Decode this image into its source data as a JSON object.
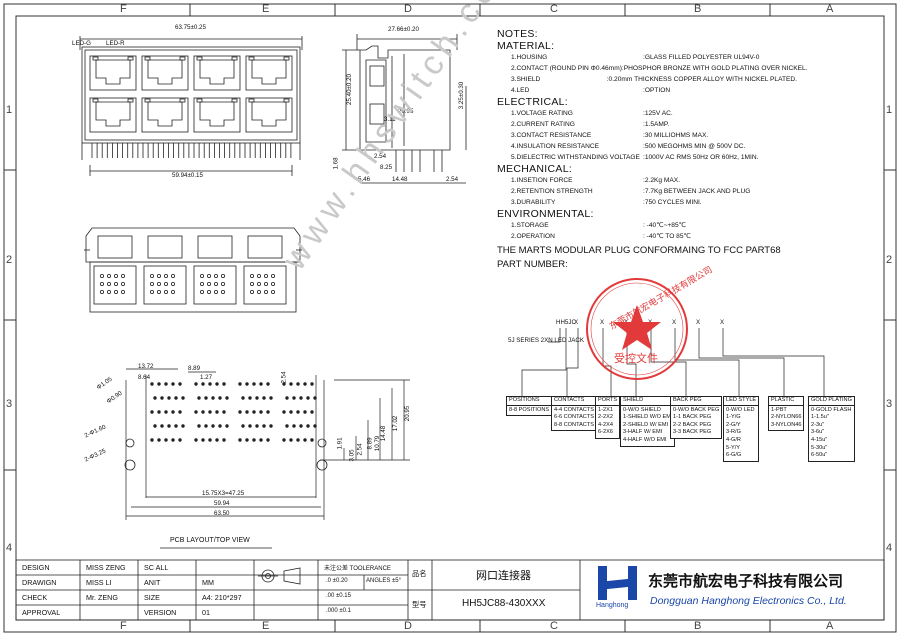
{
  "zones_top": [
    "F",
    "E",
    "D",
    "C",
    "B",
    "A"
  ],
  "zones_side": [
    "1",
    "2",
    "3",
    "4"
  ],
  "notes": {
    "title": "NOTES:",
    "material_title": "MATERIAL:",
    "material": [
      {
        "k": "1.HOUSING",
        "v": ":GLASS FILLED POLYESTER UL94V-0"
      },
      {
        "k": "2.CONTACT     (ROUND PIN Φ0.46mm)",
        "v": ":PHOSPHOR BRONZE WITH GOLD PLATING OVER NICKEL."
      },
      {
        "k": "3.SHIELD",
        "v": ":0.20mm THICKNESS COPPER ALLOY WITH NICKEL PLATED."
      },
      {
        "k": "4.LED",
        "v": ":OPTION"
      }
    ],
    "electrical_title": "ELECTRICAL:",
    "electrical": [
      {
        "k": "1.VOLTAGE RATING",
        "v": ":125V AC."
      },
      {
        "k": "2.CURRENT RATING",
        "v": ":1.5AMP."
      },
      {
        "k": "3.CONTACT RESISTANCE",
        "v": ":30 MILLIOHMS MAX."
      },
      {
        "k": "4.INSULATION RESISTANCE",
        "v": ":500 MEGOHMS MIN @ 500V DC."
      },
      {
        "k": "5.DIELECTRIC WITHSTANDING VOLTAGE",
        "v": ":1000V AC RMS 50Hz OR 60Hz, 1MIN."
      }
    ],
    "mechanical_title": "MECHANICAL:",
    "mechanical": [
      {
        "k": "1.INSETION FORCE",
        "v": ":2.2Kg MAX."
      },
      {
        "k": "2.RETENTION STRENGTH",
        "v": ":7.7Kg BETWEEN JACK AND PLUG"
      },
      {
        "k": "3.DURABILITY",
        "v": ":750 CYCLES MINI."
      }
    ],
    "environmental_title": "ENVIRONMENTAL:",
    "environmental": [
      {
        "k": "1.STORAGE",
        "v": ": -40℃~+85℃"
      },
      {
        "k": "2.OPERATION",
        "v": ": -40℃ TO 85℃"
      }
    ],
    "fcc_line": "THE MARTS MODULAR PLUG CONFORMAING TO FCC PART68",
    "part_number_title": "PART NUMBER:"
  },
  "part_number": {
    "prefix": "HH5JC",
    "xs": [
      "X",
      "X",
      "X",
      "X",
      "X",
      "X",
      "X"
    ],
    "series_label": "5J SERIES 2XN LED JACK",
    "options": [
      {
        "title": "POSITIONS",
        "items": [
          "8-8 POSITIONS"
        ]
      },
      {
        "title": "CONTACTS",
        "items": [
          "4-4 CONTACTS",
          "6-6 CONTACTS",
          "8-8 CONTACTS"
        ]
      },
      {
        "title": "PORTS",
        "items": [
          "1-2X1",
          "2-2X2",
          "4-2X4",
          "6-2X6"
        ]
      },
      {
        "title": "SHIELD",
        "items": [
          "0-W/O SHIELD",
          "1-SHIELD W/O EMI",
          "2-SHIELD W/ EMI",
          "3-HALF W/ EMI",
          "4-HALF W/O EMI"
        ]
      },
      {
        "title": "BACK PEG",
        "items": [
          "0-W/O BACK PEG",
          "1-1 BACK PEG",
          "2-2 BACK PEG",
          "3-3 BACK PEG"
        ]
      },
      {
        "title": "LED STYLE",
        "items": [
          "0-W/O LED",
          "1-Y/G",
          "2-G/Y",
          "3-R/G",
          "4-G/R",
          "5-Y/Y",
          "6-G/G"
        ]
      },
      {
        "title": "PLASTIC",
        "items": [
          "1-PBT",
          "2-NYLON66",
          "3-NYLON46"
        ]
      },
      {
        "title": "GOLD PLATING",
        "items": [
          "0-GOLD FLASH",
          "1-1.5u\"",
          "2-3u\"",
          "3-6u\"",
          "4-15u\"",
          "5-30u\"",
          "6-50u\""
        ]
      }
    ]
  },
  "dims": {
    "top_width": "63.75±0.25",
    "led_g": "LED-G",
    "led_r": "LED-R",
    "pin_span": "59.94±0.15",
    "side_depth": "27.66±0.20",
    "side_height": "25.40±0.20",
    "side_325": "3.25±0.30",
    "side_2095": "20.95",
    "side_311": "3.11",
    "side_168": "1.68",
    "side_254a": "2.54",
    "side_825": "8.25",
    "side_546": "5.46",
    "side_148": "14.48",
    "side_254b": "2.54",
    "pcb_1372": "13.72",
    "pcb_889": "8.89",
    "pcb_864": "8.64",
    "pcb_127": "1.27",
    "pcb_254": "2.54",
    "pcb_d105": "Φ1.05",
    "pcb_d090": "Φ0.90",
    "pcb_d160": "2-Φ1.60",
    "pcb_d325": "2-Φ3.25",
    "pcb_1575": "15.75X3=47.25",
    "pcb_5994": "59.94",
    "pcb_6350": "63.50",
    "pcb_v1": "2.54",
    "pcb_v2": "8.89",
    "pcb_v3": "10.79",
    "pcb_v4": "14.48",
    "pcb_v5": "17.02",
    "pcb_v6": "20.95",
    "pcb_v7": "1.91",
    "pcb_v8": "3.05",
    "pcb_layout_label": "PCB LAYOUT/TOP VIEW"
  },
  "watermark": "www.hhswitch.com",
  "stamp": {
    "ring": "东莞市航宏电子科技有限公司",
    "center": "受控文件"
  },
  "title_block": {
    "rows": [
      {
        "label": "DESIGN",
        "name": "MISS ZENG",
        "k": "SC ALL",
        "v": ""
      },
      {
        "label": "DRAWIGN",
        "name": "MISS LI",
        "k": "ANIT",
        "v": "MM"
      },
      {
        "label": "CHECK",
        "name": "Mr. ZENG",
        "k": "SIZE",
        "v": "A4: 210*297"
      },
      {
        "label": "APPROVAL",
        "name": "",
        "k": "VERSION",
        "v": "01"
      }
    ],
    "tol_title": "未注公差 TOOLERANCE",
    "tol_rows": [
      ".0  ±0.20",
      ".00  ±0.15",
      ".000  ±0.1"
    ],
    "angles": "ANGLES  ±5°",
    "pinming_label": "品名",
    "pinming": "网口连接器",
    "xinghao_label": "型号",
    "xinghao": "HH5JC88-430XXX",
    "company_cn": "东莞市航宏电子科技有限公司",
    "company_en": "Dongguan Hanghong Electronics Co., Ltd.",
    "logo_text": "Hanghong",
    "colors": {
      "logo_blue": "#1a47a8",
      "stamp_red": "#e23a3a"
    }
  }
}
